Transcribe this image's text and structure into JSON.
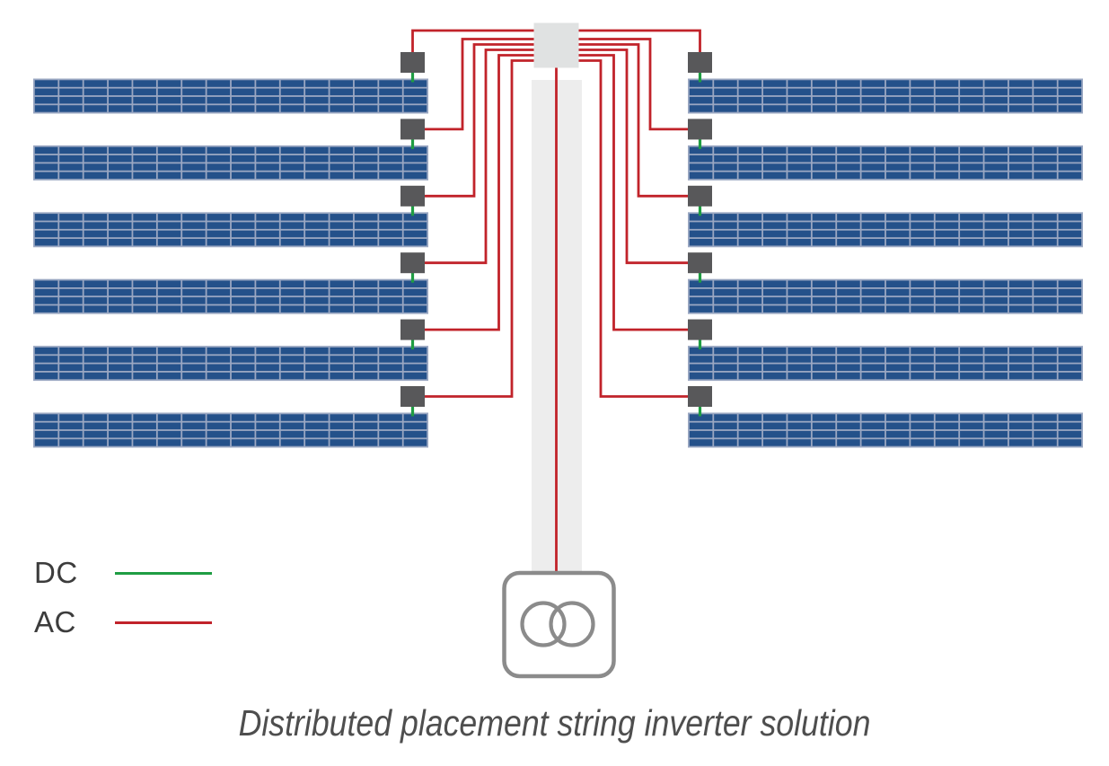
{
  "caption": "Distributed placement string inverter solution",
  "legend": {
    "items": [
      {
        "label": "DC",
        "color": "#1f9d43"
      },
      {
        "label": "AC",
        "color": "#c1232a"
      }
    ]
  },
  "diagram": {
    "rows_per_side": 6,
    "panel_strings_total": 12,
    "panel_grid": {
      "columns": 16,
      "rows": 4
    },
    "components": {
      "panel_row": "solar-panel-string",
      "inverter": "string-inverter",
      "junction": "combiner-box",
      "trunk": "cable-trunk",
      "transformer": "transformer"
    },
    "colors": {
      "background": "#ffffff",
      "panel_fill": "#24518a",
      "panel_grid": "#9aa7c2",
      "inverter": "#58585a",
      "junction_box": "#e0e2e2",
      "trunk": "#ededed",
      "transformer": "#8b8b8b",
      "ac": "#c1232a",
      "dc": "#1f9d43"
    }
  }
}
